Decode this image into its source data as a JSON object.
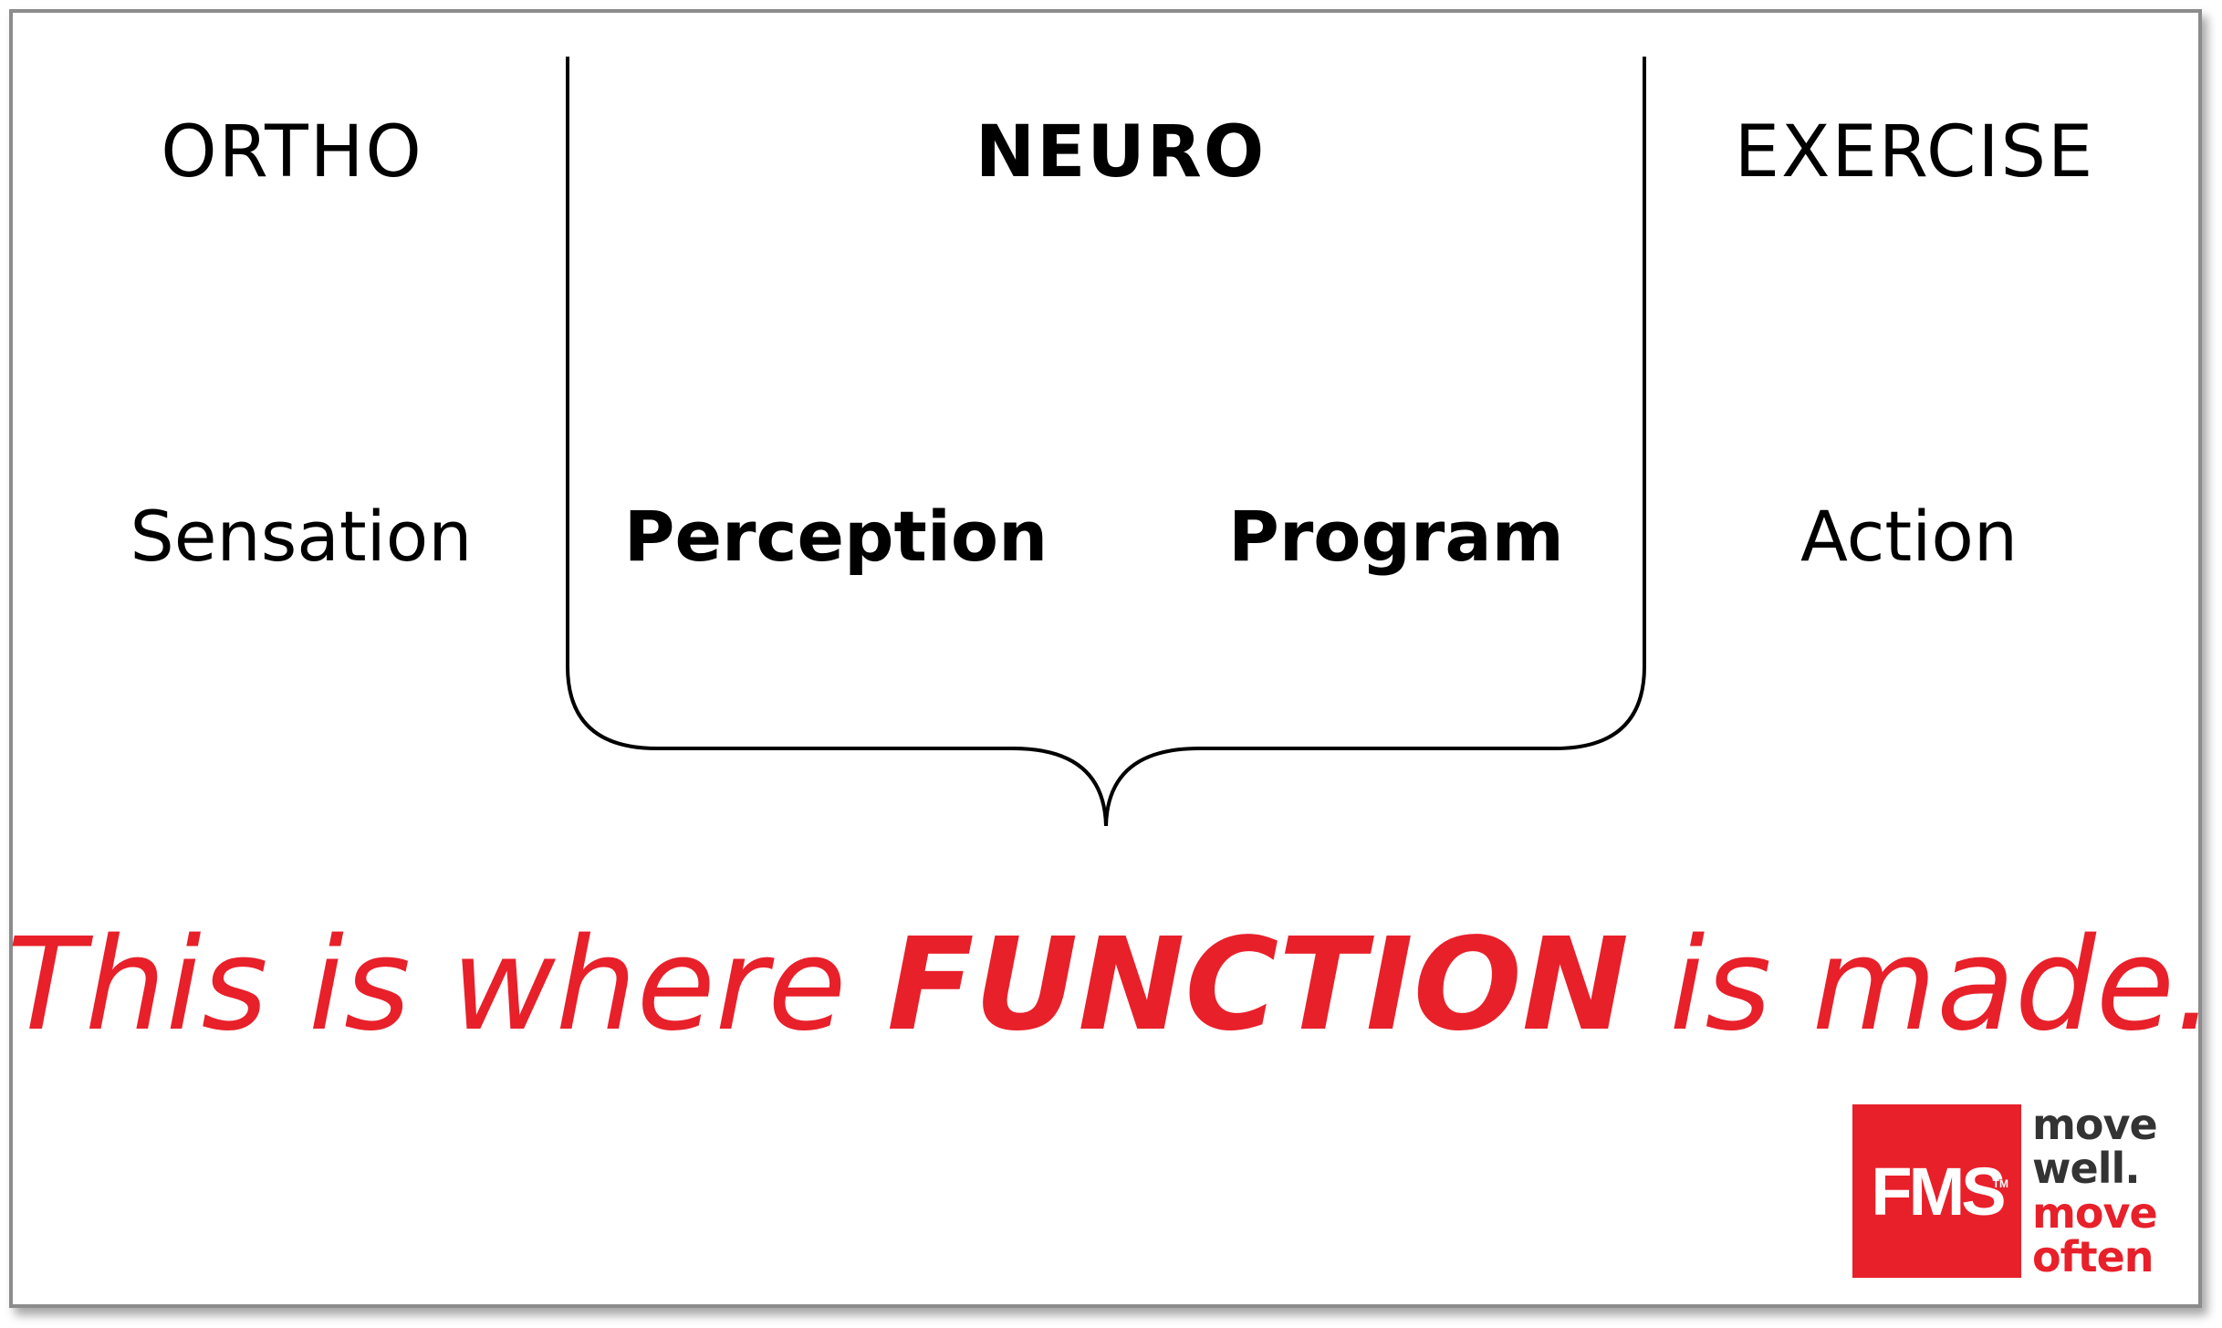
{
  "columns": {
    "ortho": {
      "heading": "ORTHO",
      "item": "Sensation"
    },
    "neuro": {
      "heading": "NEURO",
      "items": [
        "Perception",
        "Program"
      ]
    },
    "exercise": {
      "heading": "EXERCISE",
      "item": "Action"
    }
  },
  "tagline": {
    "before": "This is where ",
    "emphasis": "FUNCTION",
    "after": " is made."
  },
  "logo": {
    "mark": "FMS",
    "trademark": "TM",
    "lines": [
      "move",
      "well.",
      "move",
      "often"
    ]
  },
  "colors": {
    "accent": "#e8202a",
    "frame": "#8c8c8c",
    "text": "#000000"
  }
}
